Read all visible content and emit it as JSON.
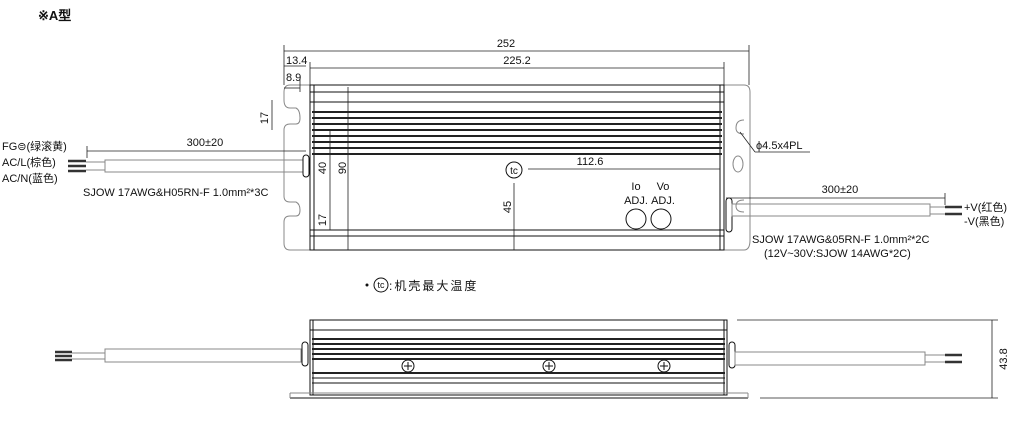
{
  "title": "※A型",
  "top_view": {
    "dim_overall": "252",
    "dim_body": "225.2",
    "dim_flange_outer": "13.4",
    "dim_flange_inner": "8.9",
    "dim_slot_top": "17",
    "dim_slot_bottom": "17",
    "dim_mount_spacing": "40",
    "dim_height": "90",
    "dim_tc_x": "112.6",
    "dim_tc_y": "45",
    "tc_symbol": "tc",
    "io_label": "Io",
    "vo_label": "Vo",
    "adj_label_1": "ADJ.",
    "adj_label_2": "ADJ.",
    "hole_spec": "ϕ4.5x4PL",
    "input_cable": {
      "length": "300±20",
      "wires": [
        "FG⊜(绿滚黄)",
        "AC/L(棕色)",
        "AC/N(蓝色)"
      ],
      "spec": "SJOW 17AWG&H05RN-F 1.0mm²*3C"
    },
    "output_cable": {
      "length": "300±20",
      "wires": [
        "+V(红色)",
        "-V(黑色)"
      ],
      "spec": "SJOW 17AWG&05RN-F 1.0mm²*2C",
      "spec_note": "(12V~30V:SJOW 14AWG*2C)"
    }
  },
  "legend": {
    "symbol": "tc",
    "text": ":机壳最大温度"
  },
  "side_view": {
    "dim_height": "43.8"
  }
}
